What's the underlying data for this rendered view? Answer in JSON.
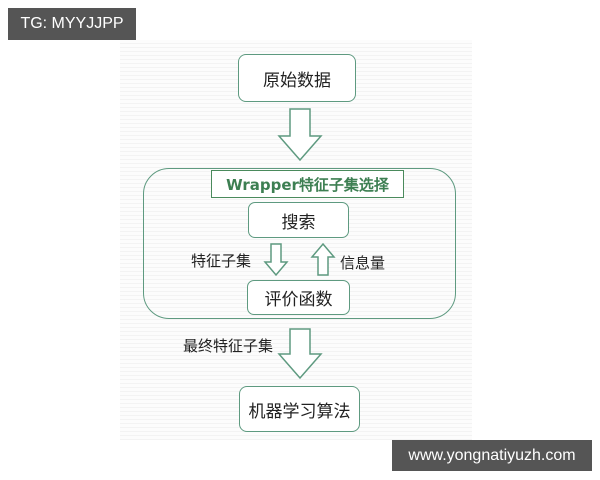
{
  "watermark_top": "TG: MYYJJPP",
  "watermark_bottom": "www.yongnatiyuzh.com",
  "colors": {
    "border": "#5e9a80",
    "title_text": "#3d7f52",
    "badge_bg": "#555555"
  },
  "diagram": {
    "raw_data": "原始数据",
    "wrapper_title": "Wrapper特征子集选择",
    "search": "搜索",
    "feature_subset_label": "特征子集",
    "info_label": "信息量",
    "evaluation_function": "评价函数",
    "final_subset_label": "最终特征子集",
    "ml_algorithm": "机器学习算法"
  }
}
